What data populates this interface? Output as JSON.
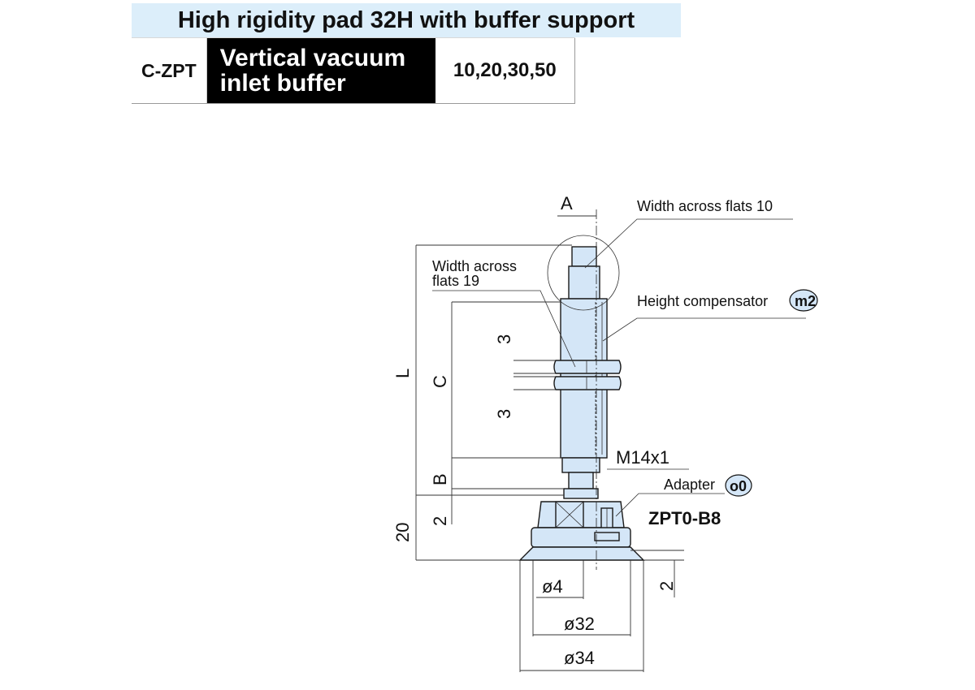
{
  "header": {
    "title": "High rigidity pad 32H with buffer support"
  },
  "spec": {
    "code": "C-ZPT",
    "type": "Vertical vacuum\ninlet buffer",
    "strokes": "10,20,30,50"
  },
  "drawing": {
    "label_a": "A",
    "label_width_flats_10": "Width across flats 10",
    "label_width_flats_19_l1": "Width across",
    "label_width_flats_19_l2": "flats 19",
    "label_height_comp": "Height compensator",
    "badge_m2": "m2",
    "label_l": "L",
    "label_c": "C",
    "label_3_top": "3",
    "label_3_bottom": "3",
    "label_m14": "M14x1",
    "label_b": "B",
    "label_adapter": "Adapter",
    "badge_o0": "o0",
    "label_2_left": "2",
    "label_zpt": "ZPT0-B8",
    "label_20": "20",
    "label_2_right": "2",
    "label_d4": "ø4",
    "label_d32": "ø32",
    "label_d34": "ø34",
    "colors": {
      "part_fill": "#d4e6f7",
      "header_bg": "#dceefa",
      "type_bg": "#000000"
    }
  }
}
